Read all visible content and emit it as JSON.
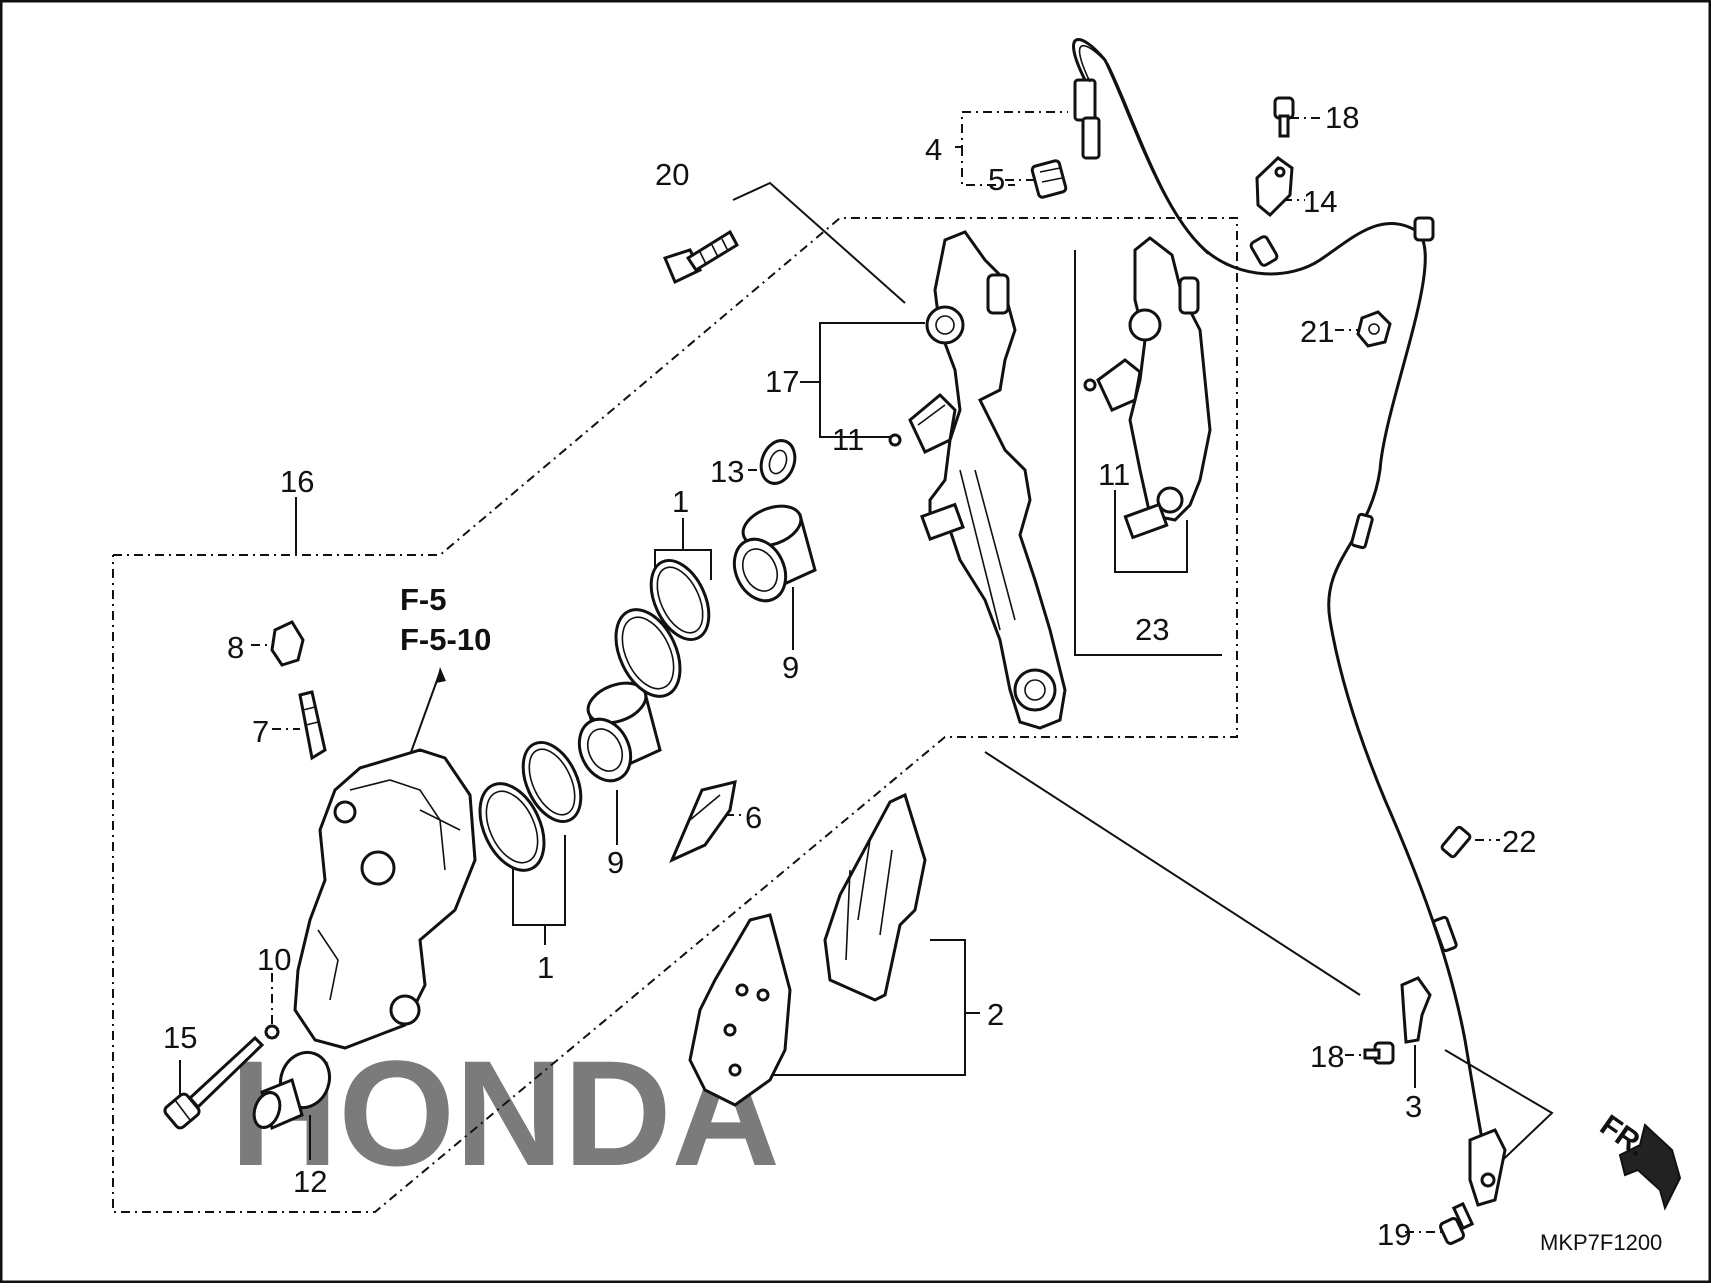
{
  "diagram_code": "MKP7F1200",
  "direction_label": "FR.",
  "reference": {
    "line1": "F-5",
    "line2": "F-5-10"
  },
  "callouts": {
    "c1a": "1",
    "c1b": "1",
    "c2": "2",
    "c3": "3",
    "c4": "4",
    "c5": "5",
    "c6": "6",
    "c7": "7",
    "c8": "8",
    "c9a": "9",
    "c9b": "9",
    "c10": "10",
    "c11a": "11",
    "c11b": "11",
    "c12": "12",
    "c13": "13",
    "c14": "14",
    "c15": "15",
    "c16": "16",
    "c17": "17",
    "c18a": "18",
    "c18b": "18",
    "c19": "19",
    "c20": "20",
    "c21": "21",
    "c22": "22",
    "c23": "23"
  },
  "watermark": "HONDA"
}
